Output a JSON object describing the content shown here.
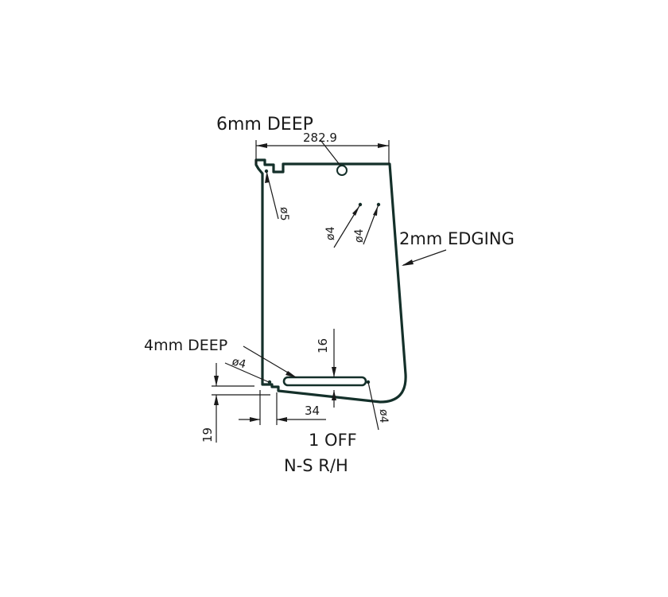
{
  "drawing": {
    "colors": {
      "outline": "#14302a",
      "text": "#1a1a1a",
      "background": "#ffffff"
    },
    "annotations": {
      "top_depth": "6mm DEEP",
      "width_dim": "282.9",
      "edging": "2mm EDGING",
      "slot_depth": "4mm DEEP",
      "hole_d5": "ø5",
      "hole_d4_a": "ø4",
      "hole_d4_b": "ø4",
      "hole_d4_c": "ø4",
      "hole_d4_d": "ø4",
      "dim_16": "16",
      "dim_34": "34",
      "dim_19": "19",
      "quantity": "1 OFF",
      "part_ref": "N-S R/H"
    }
  }
}
